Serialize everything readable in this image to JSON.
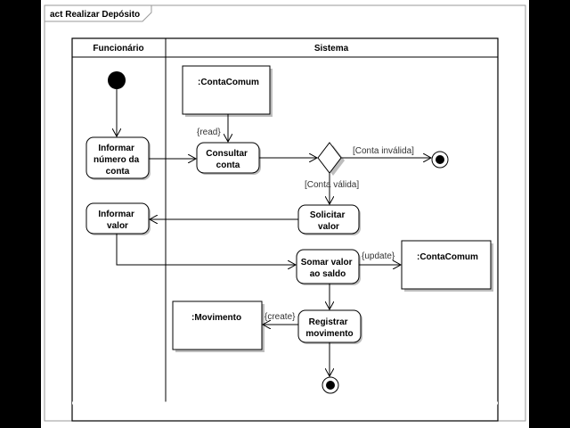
{
  "frame": {
    "title": "act Realizar Depósito"
  },
  "lanes": {
    "left": "Funcionário",
    "right": "Sistema"
  },
  "nodes": {
    "informar_numero": [
      "Informar",
      "número da",
      "conta"
    ],
    "consultar_conta": [
      "Consultar",
      "conta"
    ],
    "informar_valor": [
      "Informar",
      "valor"
    ],
    "solicitar_valor": [
      "Solicitar",
      "valor"
    ],
    "somar_valor": [
      "Somar valor",
      "ao saldo"
    ],
    "registrar_movimento": [
      "Registrar",
      "movimento"
    ]
  },
  "objects": {
    "conta_comum_1": ":ContaComum",
    "conta_comum_2": ":ContaComum",
    "movimento": ":Movimento"
  },
  "guards": {
    "read": "{read}",
    "update": "{update}",
    "create": "{create}",
    "conta_invalida": "[Conta inválida]",
    "conta_valida": "[Conta válida]"
  }
}
